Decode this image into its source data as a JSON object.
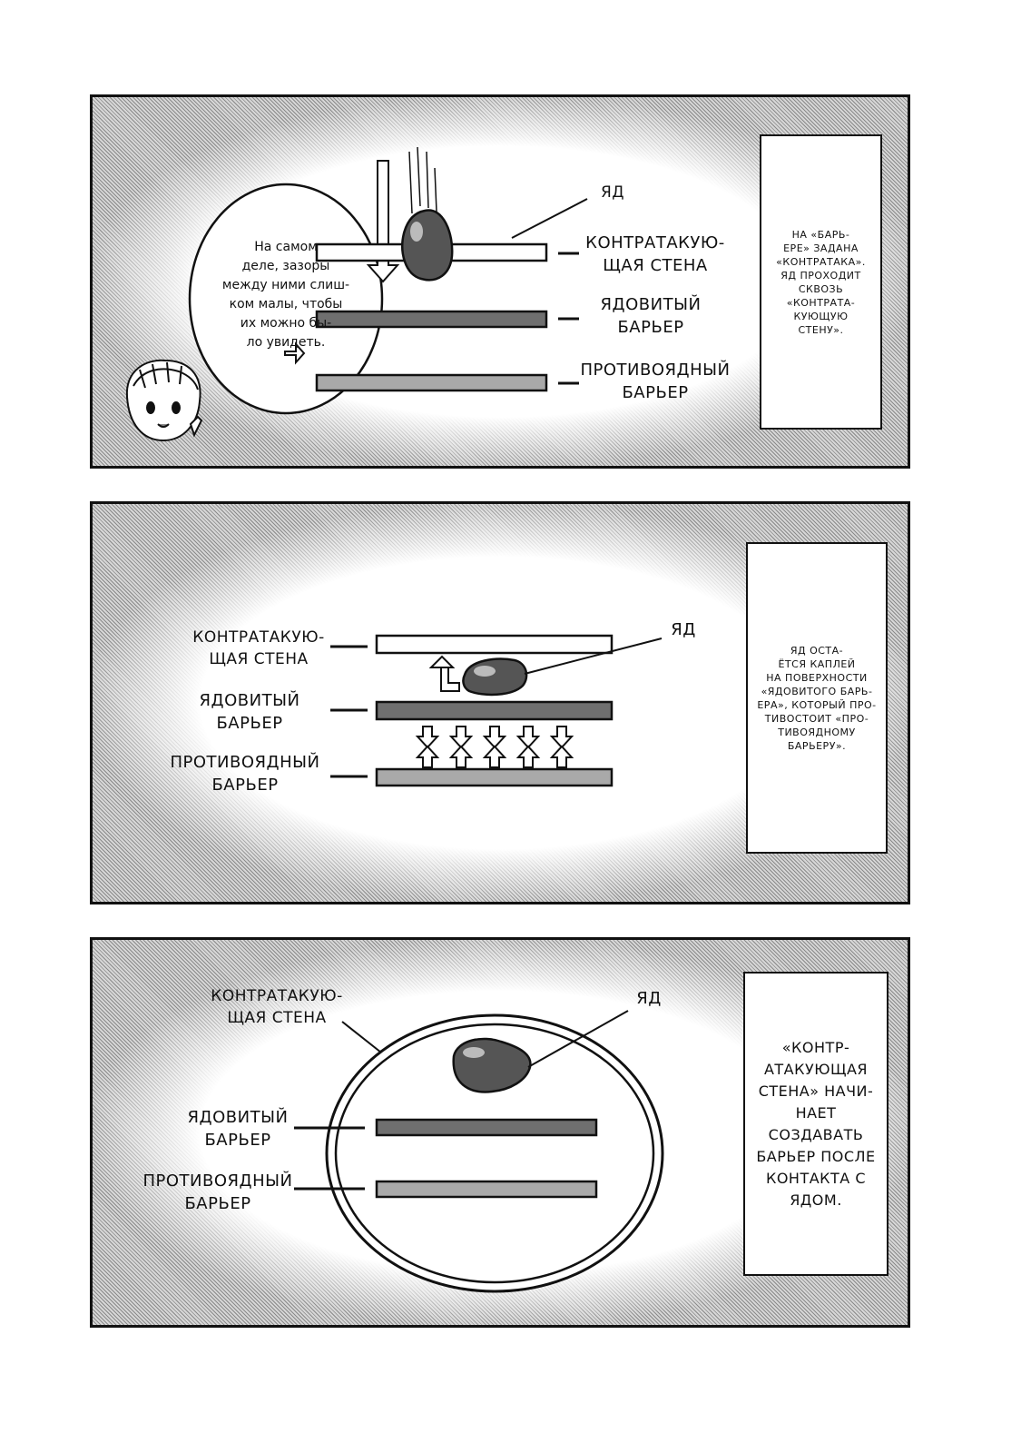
{
  "colors": {
    "ink": "#111111",
    "counter_wall_fill": "#ffffff",
    "poison_barrier_fill": "#6f6f6f",
    "antipoison_barrier_fill": "#a9a9a9",
    "poison_drop_fill": "#555555"
  },
  "panel1": {
    "label_poison": "ЯД",
    "label_counter_wall": "КОНТРАТАКУЮ-\nЩАЯ СТЕНА",
    "label_poison_barrier": "ЯДОВИТЫЙ\nБАРЬЕР",
    "label_antipoison_barrier": "ПРОТИВОЯДНЫЙ\nБАРЬЕР",
    "speech": "На самом\nделе, зазоры\nмежду ними слиш-\nком малы, чтобы\nих можно бы-\nло увидеть.",
    "caption": "НА «БАРЬ-\nЕРЕ» ЗАДАНА\n«КОНТРАТАКА».\nЯД ПРОХОДИТ СКВОЗЬ\n«КОНТРАТА-\nКУЮЩУЮ\nСТЕНУ»."
  },
  "panel2": {
    "label_counter_wall": "КОНТРАТАКУЮ-\nЩАЯ СТЕНА",
    "label_poison": "ЯД",
    "label_poison_barrier": "ЯДОВИТЫЙ\nБАРЬЕР",
    "label_antipoison_barrier": "ПРОТИВОЯДНЫЙ\nБАРЬЕР",
    "caption": "ЯД ОСТА-\nЁТСЯ КАПЛЕЙ\nНА ПОВЕРХНОСТИ\n«ЯДОВИТОГО БАРЬ-\nЕРА», КОТОРЫЙ ПРО-\nТИВОСТОИТ «ПРО-\nТИВОЯДНОМУ\nБАРЬЕРУ»."
  },
  "panel3": {
    "label_counter_wall": "КОНТРАТАКУЮ-\nЩАЯ СТЕНА",
    "label_poison": "ЯД",
    "label_poison_barrier": "ЯДОВИТЫЙ\nБАРЬЕР",
    "label_antipoison_barrier": "ПРОТИВОЯДНЫЙ\nБАРЬЕР",
    "caption": "«КОНТР-\nАТАКУЮЩАЯ\nСТЕНА» НАЧИ-\nНАЕТ СОЗДАВАТЬ\nБАРЬЕР ПОСЛЕ\nКОНТАКТА С\nЯДОМ."
  }
}
